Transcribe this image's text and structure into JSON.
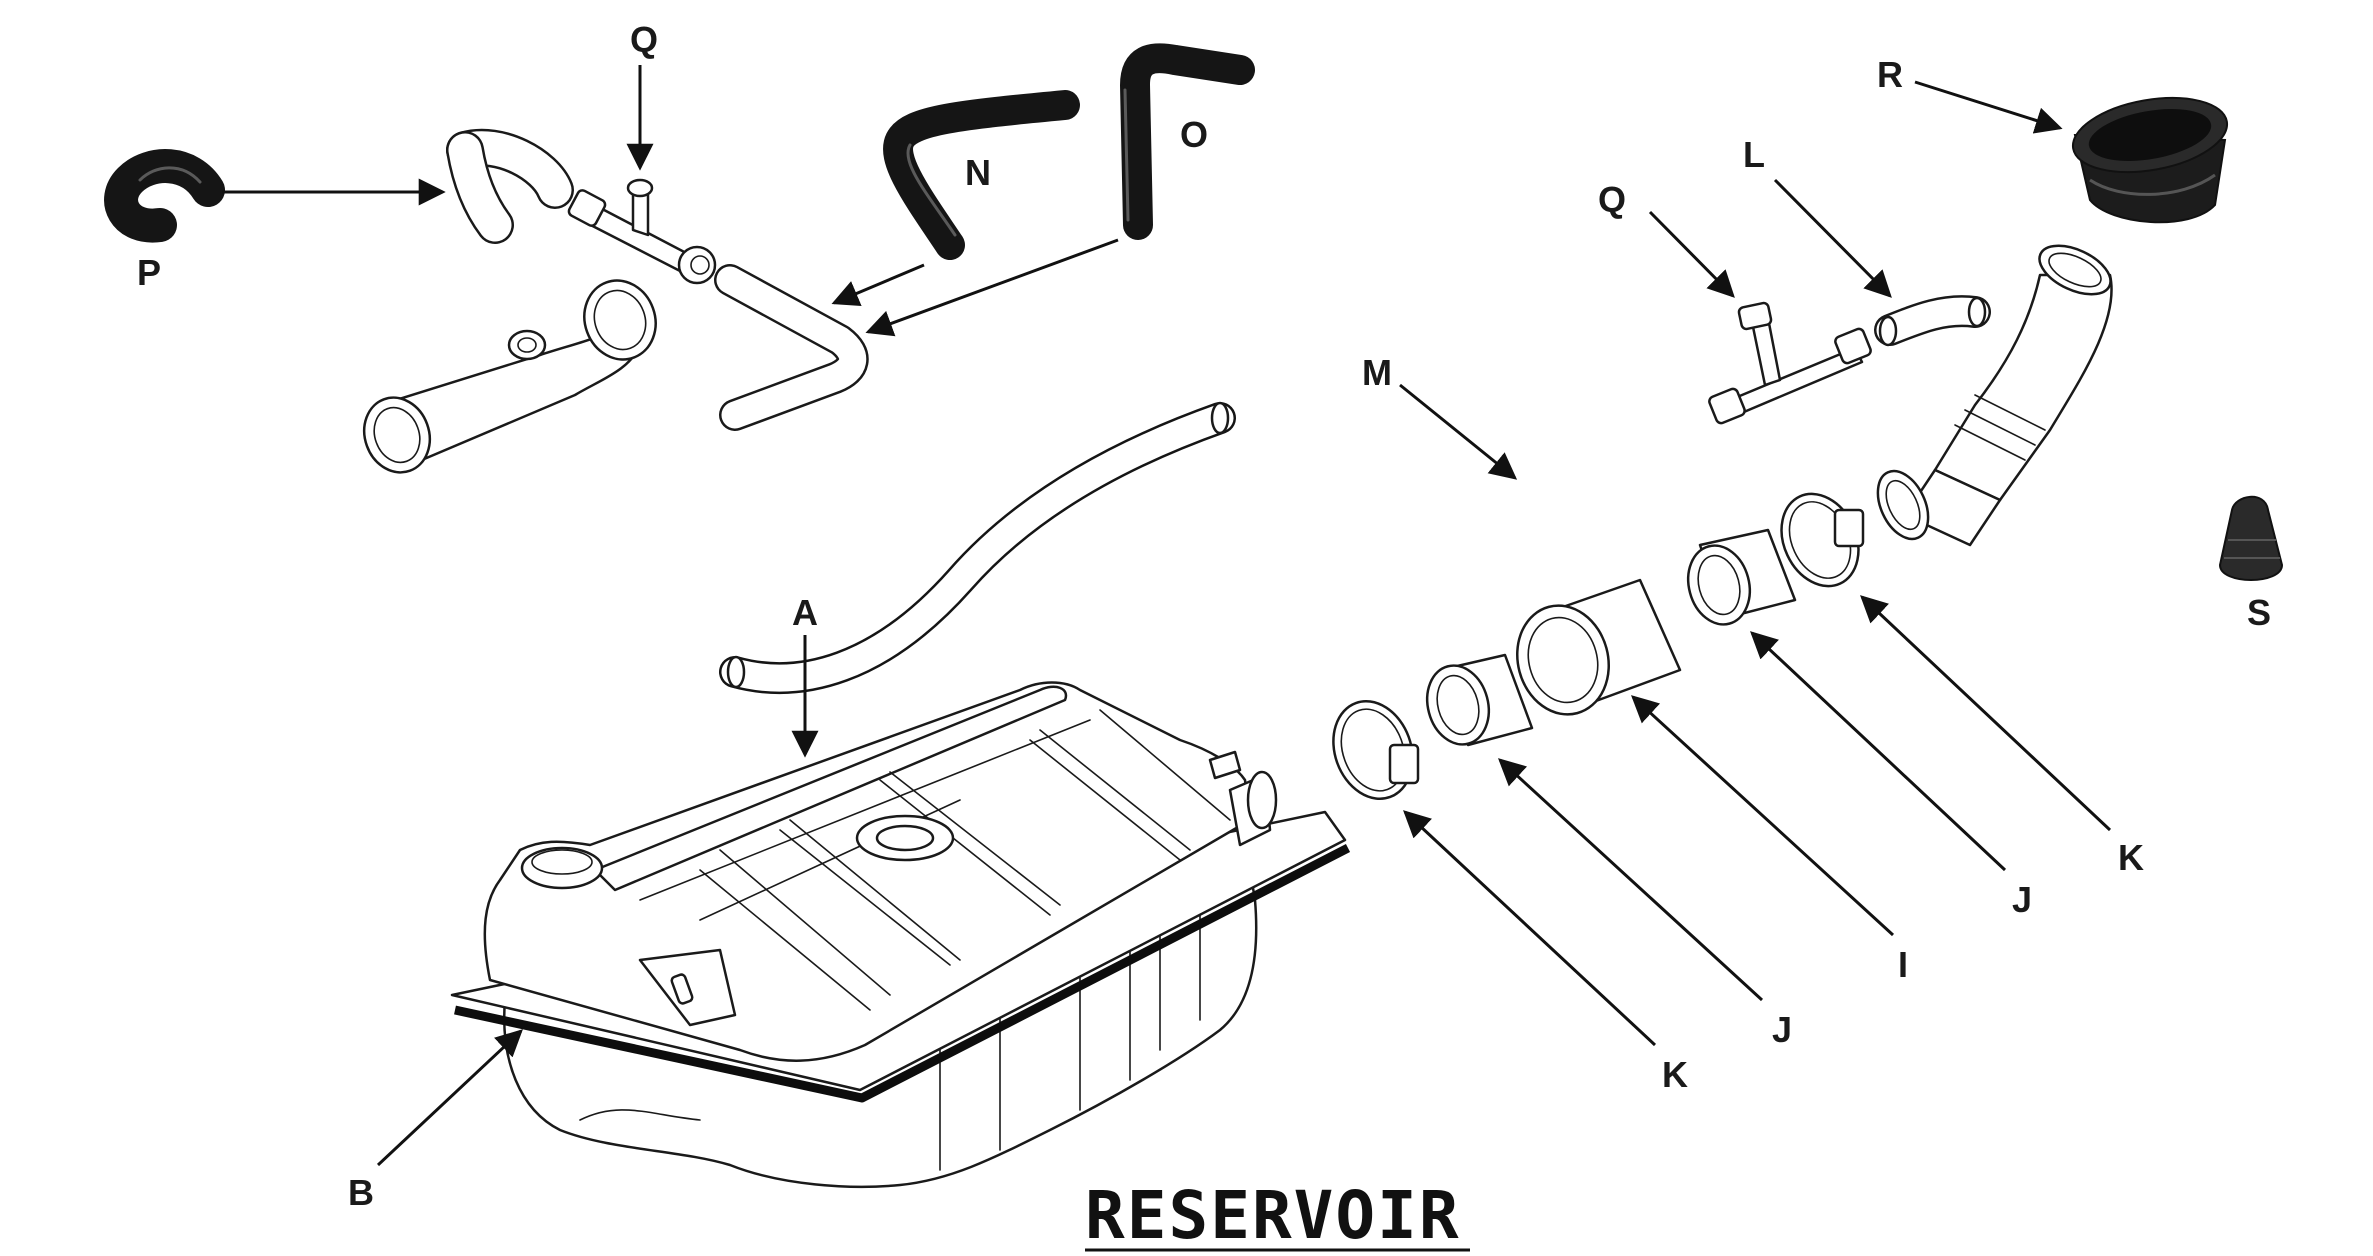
{
  "diagram": {
    "title": "RESERVOIR",
    "labels": {
      "A": "A",
      "B": "B",
      "I": "I",
      "J1": "J",
      "J2": "J",
      "K1": "K",
      "K2": "K",
      "L": "L",
      "M": "M",
      "N": "N",
      "O": "O",
      "P": "P",
      "Q1": "Q",
      "Q2": "Q",
      "R": "R",
      "S": "S"
    }
  }
}
